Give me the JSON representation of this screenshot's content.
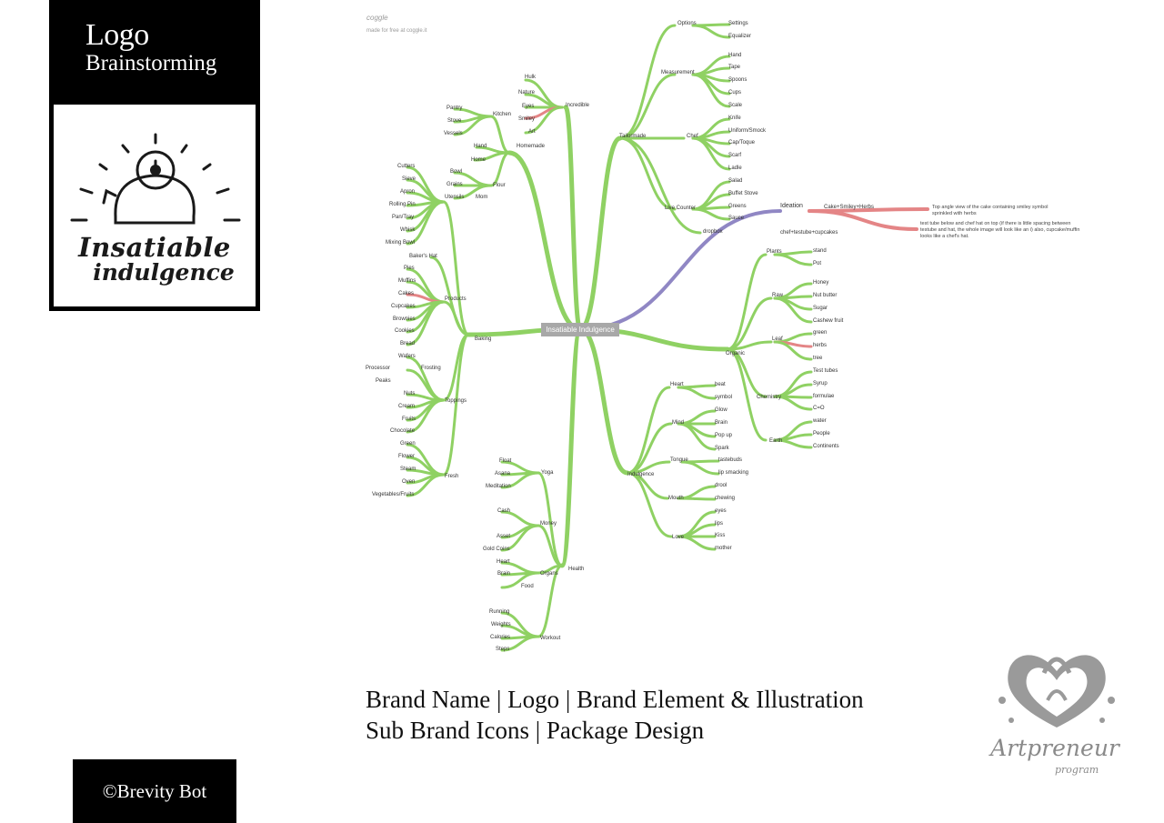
{
  "header": {
    "title_line1": "Logo",
    "title_line2": "Brainstorming"
  },
  "logo": {
    "name_line1": "Insatiable",
    "name_line2": "indulgence"
  },
  "watermark": {
    "brand": "coggle",
    "note": "made for free at coggle.it"
  },
  "mindmap": {
    "center": "Insatiable Indulgence",
    "colors": {
      "branch": "#8fd163",
      "ideation": "#9087c4",
      "highlight": "#e48586"
    },
    "branches": {
      "incredible": {
        "label": "Incredible",
        "items": [
          "Hulk",
          "Nature",
          "Eyes",
          "Smiley",
          "Art"
        ]
      },
      "homemade": {
        "label": "Homemade",
        "kitchen": {
          "label": "Kitchen",
          "items": [
            "Pantry",
            "Stove",
            "Vessels"
          ]
        },
        "hand": "Hand",
        "home": "Home",
        "flour": {
          "label": "Flour",
          "items": [
            "Bowl",
            "Grains",
            "Mom"
          ]
        }
      },
      "baking": {
        "label": "Baking",
        "utensils": {
          "label": "Utensils",
          "items": [
            "Cutters",
            "Sieve",
            "Apron",
            "Rolling Pin",
            "Pan/Tray",
            "Whisk",
            "Mixing Bowl"
          ]
        },
        "bakers_hat": "Baker's Hat",
        "products": {
          "label": "Products",
          "items": [
            "Pies",
            "Muffins",
            "Cakes",
            "Cupcakes",
            "Brownies",
            "Cookies",
            "Bread"
          ]
        },
        "toppings": {
          "label": "Toppings",
          "items": [
            "Wafers",
            "Nuts",
            "Cream",
            "Fruits",
            "Chocolate"
          ]
        },
        "frosting": {
          "label": "Frosting",
          "items": [
            "Processor",
            "Peaks"
          ]
        },
        "fresh": {
          "label": "Fresh",
          "items": [
            "Green",
            "Flower",
            "Steam",
            "Oven",
            "Vegetables/Fruits"
          ]
        }
      },
      "health": {
        "label": "Health",
        "yoga": {
          "label": "Yoga",
          "items": [
            "Float",
            "Asana",
            "Meditation"
          ]
        },
        "money": {
          "label": "Money",
          "items": [
            "Cash",
            "Asset",
            "Gold Coins"
          ]
        },
        "organs": {
          "label": "Organs",
          "items": [
            "Heart",
            "Brain"
          ]
        },
        "food": "Food",
        "workout": {
          "label": "Workout",
          "items": [
            "Running",
            "Weights",
            "Calories",
            "Steps"
          ]
        }
      },
      "tailormade": {
        "label": "Tailormade",
        "options": {
          "label": "Options",
          "items": [
            "Settings",
            "Equalizer"
          ]
        },
        "measurement": {
          "label": "Measurement",
          "items": [
            "Hand",
            "Tape",
            "Spoons",
            "Cups",
            "Scale"
          ]
        },
        "chef": {
          "label": "Chef",
          "items": [
            "Knife",
            "Uniform/Smock",
            "Cap/Toque",
            "Scarf",
            "Ladle"
          ]
        },
        "live_counter": {
          "label": "Live Counter",
          "items": [
            "Salad",
            "Buffet Stove",
            "Greens",
            "Sauce"
          ]
        },
        "dropbox": "dropbox"
      },
      "ideation": {
        "label": "Ideation",
        "idea1": {
          "label": "Cake+Smiley+Herbs",
          "note": "Top angle view of the cake containing smiley symbol sprinkled with herbs"
        },
        "idea2": {
          "label": "chef+testube+cupcakes",
          "note": "test tube below and chef hat on top (if there is little spacing between testube and hat, the whole image will look like an i) also, cupcake/muffin looks like a chef's hat."
        }
      },
      "organic": {
        "label": "Organic",
        "plants": {
          "label": "Plants",
          "items": [
            "stand",
            "Pot"
          ]
        },
        "raw": {
          "label": "Raw",
          "items": [
            "Honey",
            "Nut butter",
            "Sugar",
            "Cashew fruit"
          ]
        },
        "leaf": {
          "label": "Leaf",
          "items": [
            "green",
            "herbs",
            "tree"
          ]
        },
        "chemistry": {
          "label": "Chemistry",
          "items": [
            "Test tubes",
            "Syrup",
            "formulae",
            "C=O"
          ]
        },
        "earth": {
          "label": "Earth",
          "items": [
            "water",
            "People",
            "Continents"
          ]
        }
      },
      "indulgence": {
        "label": "Indulgence",
        "heart": {
          "label": "Heart",
          "items": [
            "beat",
            "symbol"
          ]
        },
        "mind": {
          "label": "Mind",
          "items": [
            "Glow",
            "Brain",
            "Pop up",
            "Spark"
          ]
        },
        "tongue": {
          "label": "Tongue",
          "items": [
            "tastebuds",
            "lip smacking"
          ]
        },
        "mouth": {
          "label": "Mouth",
          "items": [
            "drool",
            "chewing"
          ]
        },
        "love": {
          "label": "Love",
          "items": [
            "eyes",
            "lips",
            "Kiss",
            "mother"
          ]
        }
      }
    }
  },
  "caption": {
    "line1": "Brand Name | Logo |  Brand Element & Illustration",
    "line2": "Sub Brand Icons | Package Design"
  },
  "footer": {
    "credit": "©Brevity Bot"
  },
  "emblem": {
    "name": "Artpreneur",
    "sub": "program"
  }
}
